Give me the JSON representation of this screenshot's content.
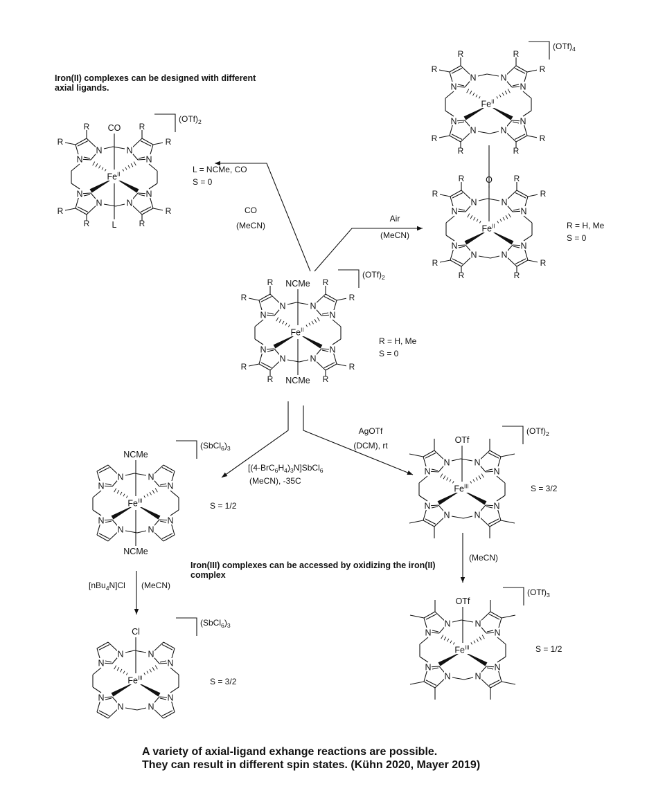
{
  "notes": {
    "iron2_design": "Iron(II) complexes can be designed with different axial ligands.",
    "iron3_access": "Iron(III) complexes can be accessed by oxidizing the iron(II) complex",
    "caption_line1": "A variety of axial-ligand exhange reactions are possible.",
    "caption_line2": "They can result in different spin states. (Kühn 2020, Mayer 2019)"
  },
  "complexes": [
    {
      "id": "fe2-co",
      "metal": "Fe",
      "ox": "II",
      "substituent": "R",
      "axial_top": "CO",
      "axial_bottom": "L",
      "counterion": "(OTf)",
      "counterion_sub": "2",
      "info": [
        "L = NCMe, CO",
        "S = 0"
      ]
    },
    {
      "id": "fe2-dimer-top",
      "metal": "Fe",
      "ox": "II",
      "substituent": "R",
      "axial_top": "",
      "axial_bottom": "",
      "counterion": "(OTf)",
      "counterion_sub": "4",
      "info": []
    },
    {
      "id": "fe2-dimer-bottom",
      "metal": "Fe",
      "ox": "II",
      "substituent": "R",
      "axial_top": "O",
      "axial_bottom": "",
      "counterion": "",
      "counterion_sub": "",
      "info": [
        "R = H, Me",
        "S = 0"
      ]
    },
    {
      "id": "fe2-ncme",
      "metal": "Fe",
      "ox": "II",
      "substituent": "R",
      "axial_top": "NCMe",
      "axial_bottom": "NCMe",
      "counterion": "(OTf)",
      "counterion_sub": "2",
      "info": [
        "R = H, Me",
        "S = 0"
      ]
    },
    {
      "id": "fe3-ncme",
      "metal": "Fe",
      "ox": "III",
      "substituent": "H",
      "axial_top": "NCMe",
      "axial_bottom": "NCMe",
      "counterion": "(SbCl",
      "counterion_sub": "6",
      "counterion_tail": ")",
      "counterion_sub2": "3",
      "info": [
        "S = 1/2"
      ]
    },
    {
      "id": "fe3-otf",
      "metal": "Fe",
      "ox": "III",
      "substituent": "Me",
      "axial_top": "OTf",
      "axial_bottom": "",
      "counterion": "(OTf)",
      "counterion_sub": "2",
      "info": [
        "S = 3/2"
      ]
    },
    {
      "id": "fe3-cl",
      "metal": "Fe",
      "ox": "III",
      "substituent": "H",
      "axial_top": "Cl",
      "axial_bottom": "",
      "counterion": "(SbCl",
      "counterion_sub": "6",
      "counterion_tail": ")",
      "counterion_sub2": "3",
      "info": [
        "S = 3/2"
      ]
    },
    {
      "id": "fe3-otf-ncme",
      "metal": "Fe",
      "ox": "III",
      "substituent": "Me",
      "axial_top": "OTf",
      "axial_bottom": "",
      "counterion": "(OTf)",
      "counterion_sub": "3",
      "info": [
        "S = 1/2"
      ]
    }
  ],
  "reactions": [
    {
      "id": "co-exchange",
      "reagent": "CO",
      "conditions": "(MeCN)"
    },
    {
      "id": "air-oxidation",
      "reagent": "Air",
      "conditions": "(MeCN)"
    },
    {
      "id": "aminium-oxidation",
      "reagent_parts": [
        "[(4-BrC",
        "6",
        "H",
        "4",
        ")",
        "3",
        "N]SbCl",
        "6"
      ],
      "conditions": "(MeCN), -35C"
    },
    {
      "id": "silver-oxidation",
      "reagent": "AgOTf",
      "conditions": "(DCM), rt"
    },
    {
      "id": "chloride-exchange",
      "reagent_parts": [
        "[nBu",
        "4",
        "N]Cl"
      ],
      "conditions": "(MeCN)"
    },
    {
      "id": "mecn-exchange",
      "reagent": "",
      "conditions": "(MeCN)"
    }
  ]
}
